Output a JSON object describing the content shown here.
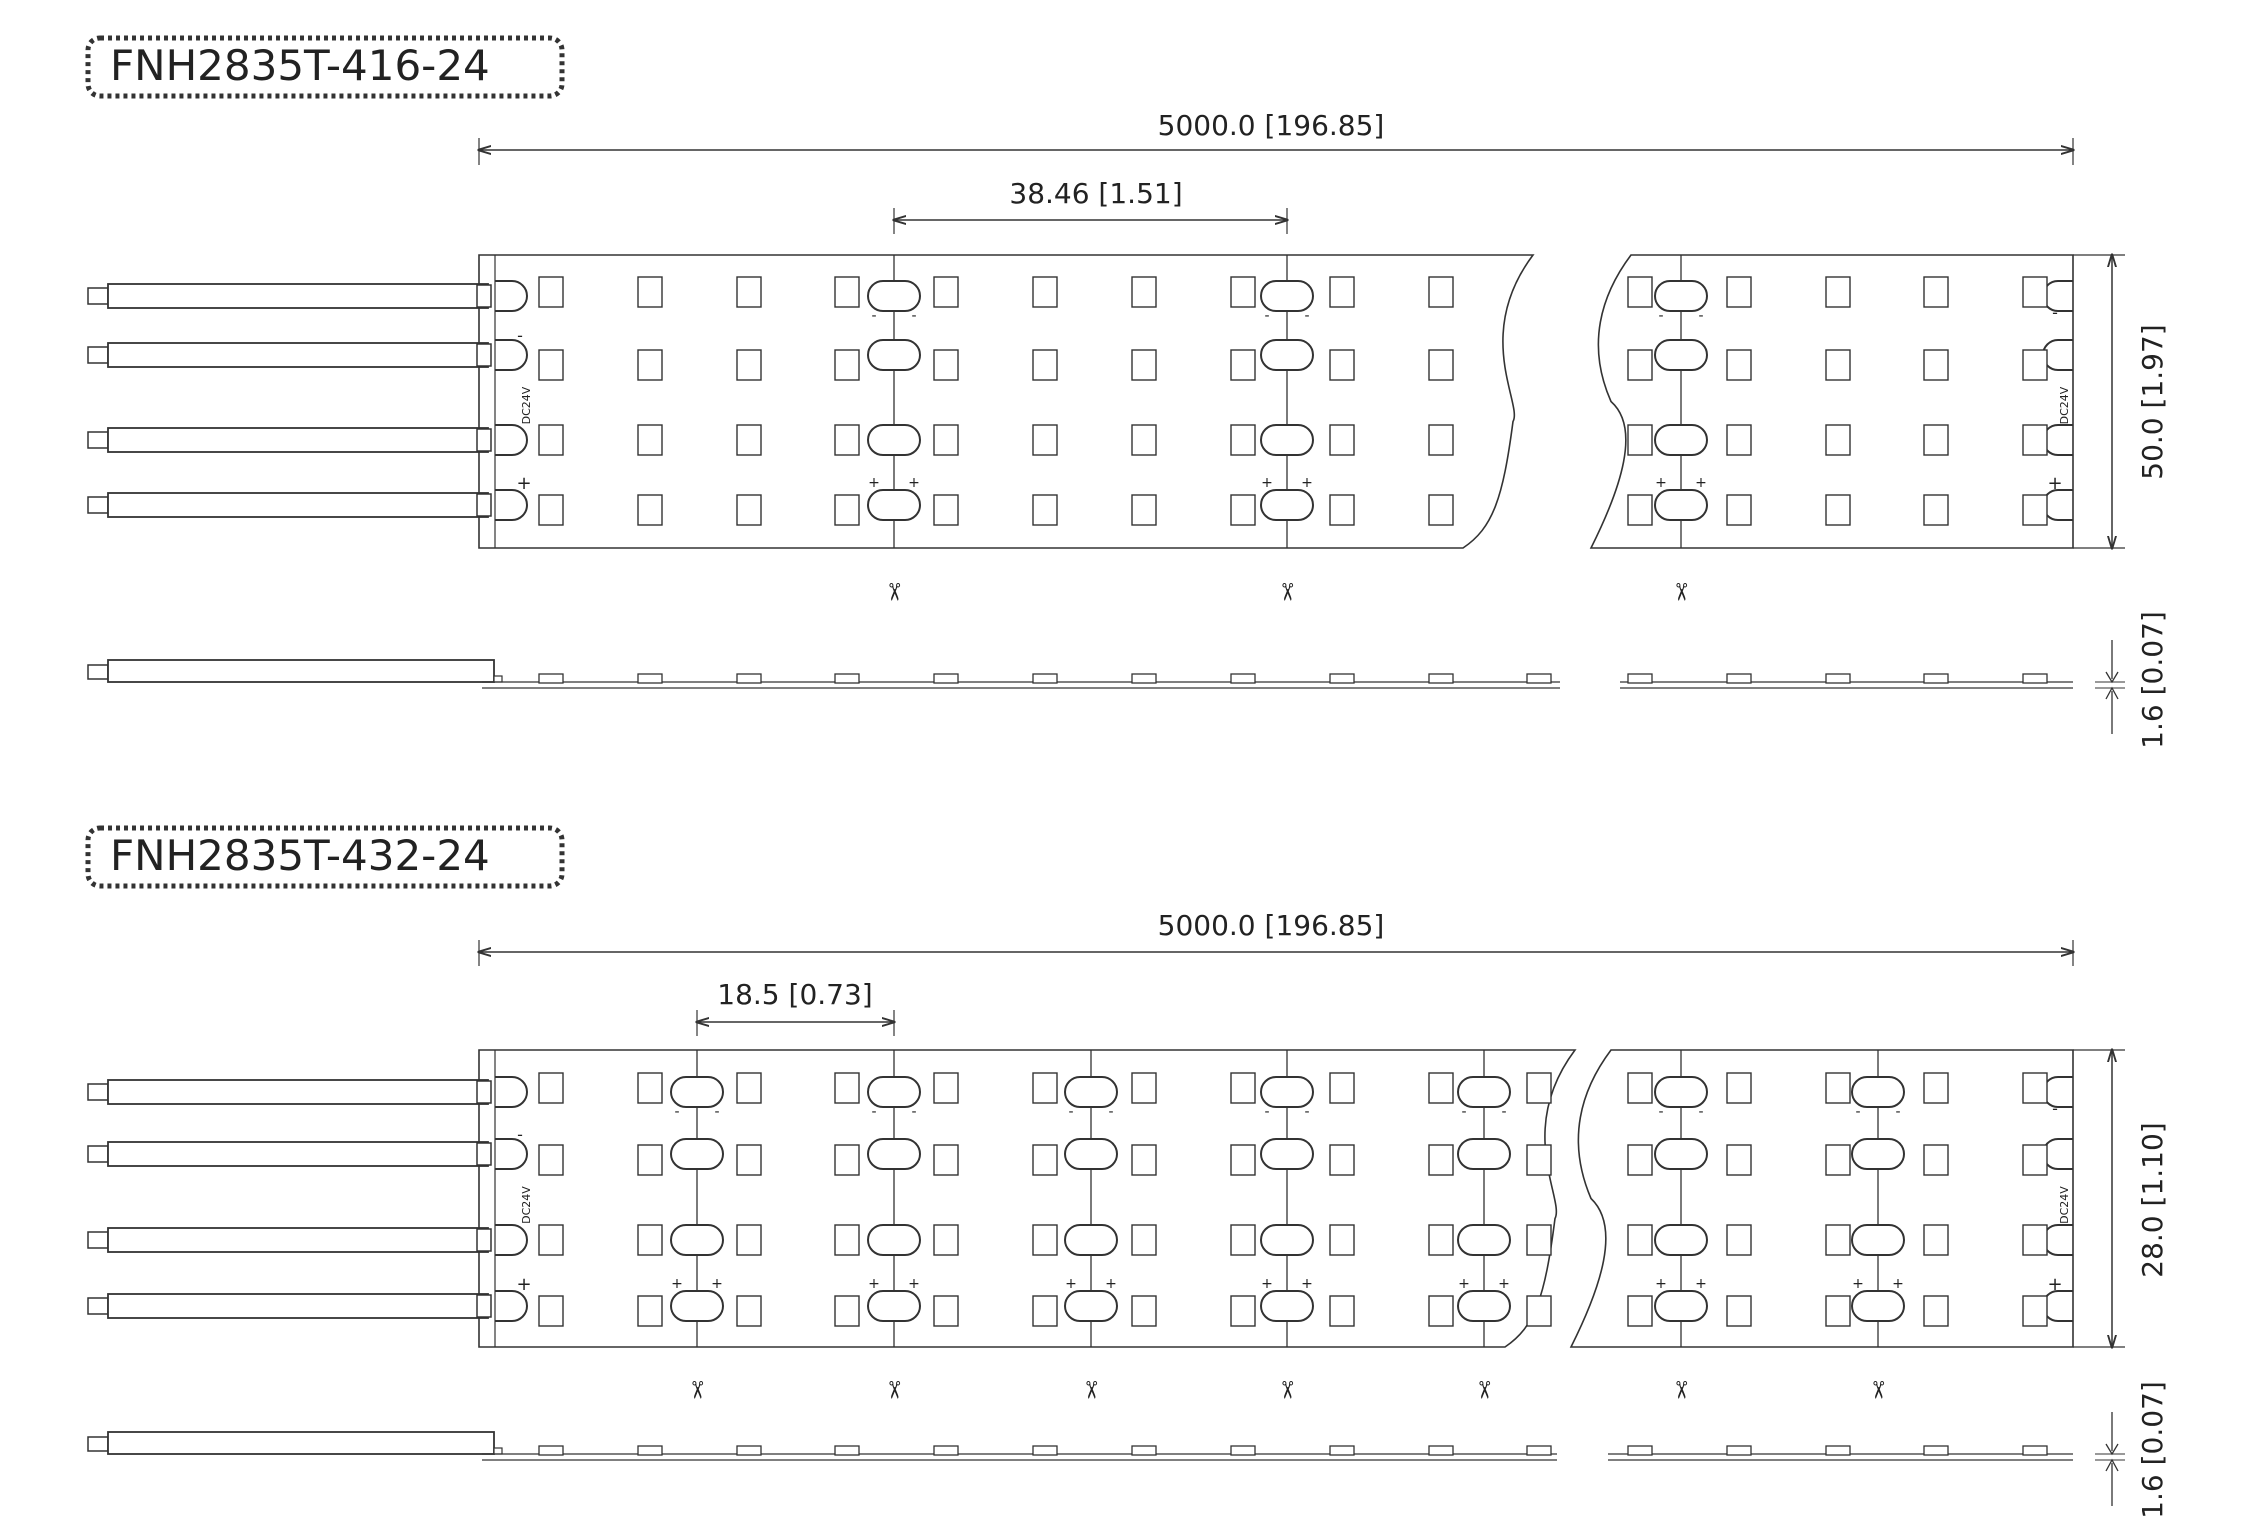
{
  "colors": {
    "line": "#333333",
    "text": "#222222",
    "background": "#ffffff"
  },
  "icons": {
    "cut_mark": "scissors-icon"
  },
  "sections": [
    {
      "model": "FNH2835T-416-24",
      "length_label": "5000.0 [196.85]",
      "pitch_label": "38.46 [1.51]",
      "width_label": "50.0 [1.97]",
      "thickness_label": "1.6 [0.07]",
      "voltage_label": "DC24V",
      "polarity_neg": "-",
      "polarity_pos": "+",
      "cut_mark_glyph": "✂"
    },
    {
      "model": "FNH2835T-432-24",
      "length_label": "5000.0 [196.85]",
      "pitch_label": "18.5 [0.73]",
      "width_label": "28.0 [1.10]",
      "thickness_label": "1.6 [0.07]",
      "voltage_label": "DC24V",
      "polarity_neg": "-",
      "polarity_pos": "+",
      "cut_mark_glyph": "✂"
    }
  ]
}
